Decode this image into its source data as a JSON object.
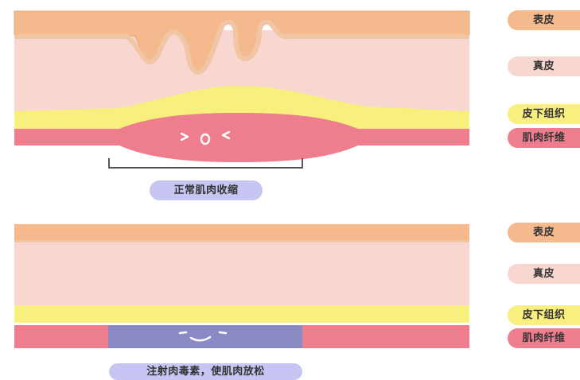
{
  "colors": {
    "epidermis": "#f5b98e",
    "dermis": "#f8d7d0",
    "subcutaneous": "#f8ef7e",
    "muscle": "#ee7d8d",
    "botox": "#8a8bc5",
    "caption_bg": "#c7c6f2"
  },
  "top_panel": {
    "labels": {
      "epidermis": "表皮",
      "dermis": "真皮",
      "subcutaneous": "皮下组织",
      "muscle": "肌肉纤维"
    },
    "caption": "正常肌肉收缩",
    "face_icon": "tense-face-icon"
  },
  "bottom_panel": {
    "labels": {
      "epidermis": "表皮",
      "dermis": "真皮",
      "subcutaneous": "皮下组织",
      "muscle": "肌肉纤维"
    },
    "caption": "注射肉毒素，使肌肉放松",
    "face_icon": "relaxed-face-icon"
  }
}
